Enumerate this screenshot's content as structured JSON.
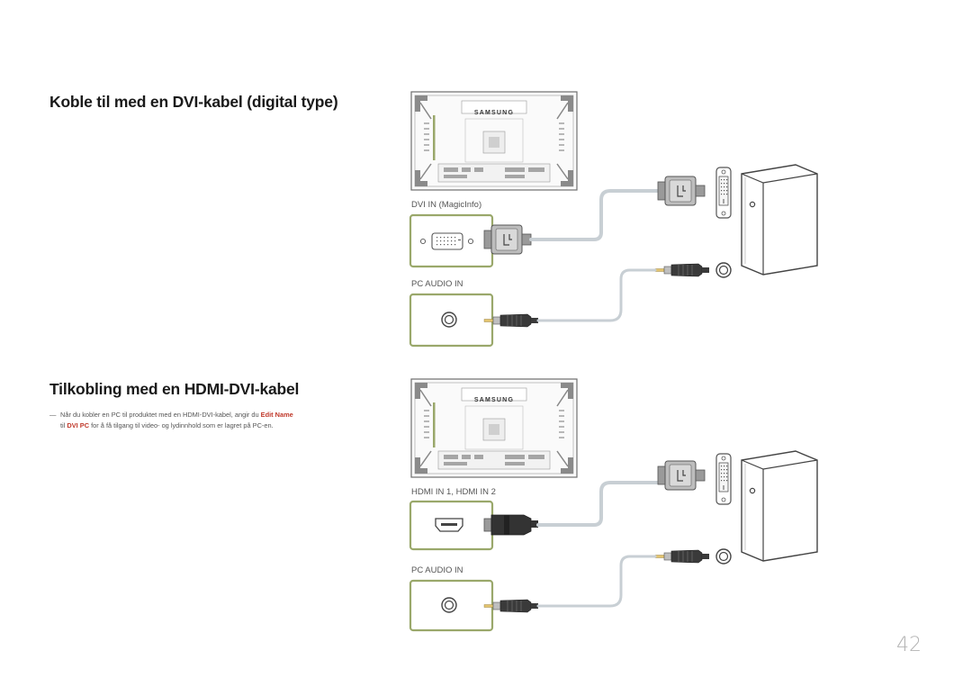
{
  "section1": {
    "heading": "Koble til med en DVI-kabel (digital type)",
    "port_label_video": "DVI IN (MagicInfo)",
    "port_label_audio": "PC AUDIO IN"
  },
  "section2": {
    "heading": "Tilkobling med en HDMI-DVI-kabel",
    "note": {
      "dash": "―",
      "text_1": "Når du kobler en PC til produktet med en HDMI-DVI-kabel, angir du",
      "highlight_1": "Edit Name",
      "text_2": "til",
      "highlight_2": "DVI PC",
      "text_3": "for å få tilgang til video- og lydinnhold som er lagret på PC-en."
    },
    "port_label_video": "HDMI IN 1, HDMI IN 2",
    "port_label_audio": "PC AUDIO IN"
  },
  "monitor_brand": "SAMSUNG",
  "page_number": "42",
  "colors": {
    "port_frame": "#9aa86b",
    "cable": "#c8cfd4",
    "connector_fill": "#bfbfbf",
    "highlight_text": "#c0392b"
  },
  "icons": [
    "monitor-back-panel",
    "dvi-connector-icon",
    "audio-jack-icon",
    "hdmi-port-icon",
    "pc-tower-icon"
  ]
}
